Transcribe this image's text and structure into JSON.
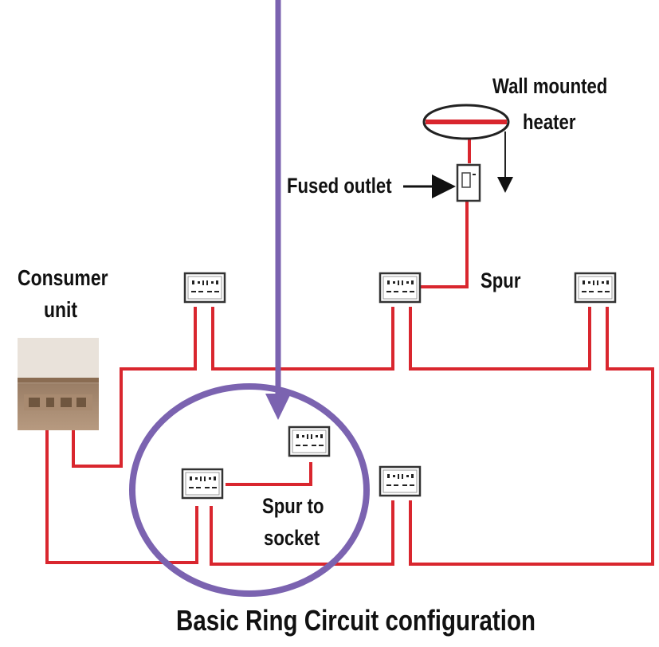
{
  "labels": {
    "wall_heater_1": "Wall mounted",
    "wall_heater_2": "heater",
    "fused_outlet": "Fused outlet",
    "spur": "Spur",
    "consumer_1": "Consumer",
    "consumer_2": "unit",
    "spur_socket_1": "Spur to",
    "spur_socket_2": "socket",
    "caption": "Basic Ring Circuit configuration"
  },
  "colors": {
    "wire": "#d9262e",
    "highlight": "#7b63b0",
    "socket_border": "#333333",
    "consumer_unit": "#c9b09a"
  }
}
